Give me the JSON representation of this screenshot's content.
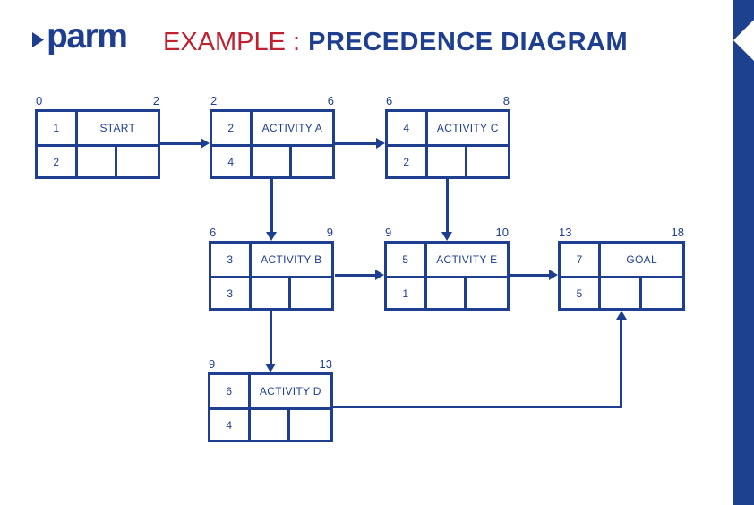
{
  "header": {
    "logo": {
      "text": "parm",
      "icon": "play-triangle-icon"
    },
    "title": {
      "prefix": "EXAMPLE :",
      "main": "PRECEDENCE DIAGRAM"
    }
  },
  "colors": {
    "navy": "#1e3e8f",
    "red": "#c1202f",
    "band": "#1e418f",
    "bg": "#ffffff"
  },
  "diagram": {
    "type": "precedence-network",
    "nodes": [
      {
        "key": "start",
        "above_left": "0",
        "above_right": "2",
        "id": "1",
        "name": "START",
        "duration": "2"
      },
      {
        "key": "activity-a",
        "above_left": "2",
        "above_right": "6",
        "id": "2",
        "name": "ACTIVITY A",
        "duration": "4"
      },
      {
        "key": "activity-c",
        "above_left": "6",
        "above_right": "8",
        "id": "4",
        "name": "ACTIVITY C",
        "duration": "2"
      },
      {
        "key": "activity-b",
        "above_left": "6",
        "above_right": "9",
        "id": "3",
        "name": "ACTIVITY B",
        "duration": "3"
      },
      {
        "key": "activity-e",
        "above_left": "9",
        "above_right": "10",
        "id": "5",
        "name": "ACTIVITY E",
        "duration": "1"
      },
      {
        "key": "goal",
        "above_left": "13",
        "above_right": "18",
        "id": "7",
        "name": "GOAL",
        "duration": "5"
      },
      {
        "key": "activity-d",
        "above_left": "9",
        "above_right": "13",
        "id": "6",
        "name": "ACTIVITY D",
        "duration": "4"
      }
    ],
    "edges": [
      {
        "from": "start",
        "to": "activity-a"
      },
      {
        "from": "activity-a",
        "to": "activity-c"
      },
      {
        "from": "activity-a",
        "to": "activity-b"
      },
      {
        "from": "activity-c",
        "to": "activity-e"
      },
      {
        "from": "activity-b",
        "to": "activity-e"
      },
      {
        "from": "activity-e",
        "to": "goal"
      },
      {
        "from": "activity-b",
        "to": "activity-d"
      },
      {
        "from": "activity-d",
        "to": "goal"
      }
    ]
  }
}
